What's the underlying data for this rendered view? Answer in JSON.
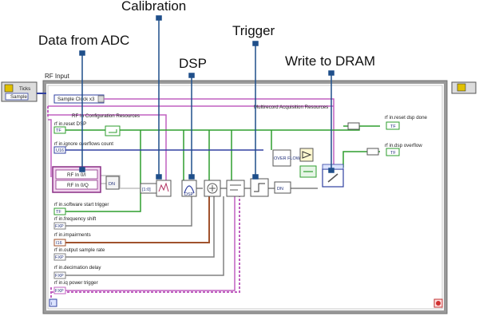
{
  "callouts": {
    "data_from_adc": "Data from ADC",
    "calibration": "Calibration",
    "dsp": "DSP",
    "trigger": "Trigger",
    "write_to_dram": "Write to DRAM"
  },
  "loop": {
    "title": "RF Input",
    "ticks_label": "Ticks",
    "sample_label": "Sample",
    "clock_select": "Sample Clock x3"
  },
  "resources": {
    "multirecord": "Multirecord Acquisition Resources",
    "rf_config": "RF In Configuration Resources"
  },
  "adc": {
    "ch0": "RF In 0/I",
    "ch1": "RF In 0/Q"
  },
  "inputs": [
    {
      "label": "rf in.reset DSP",
      "terminal": "TF"
    },
    {
      "label": "rf in.ignore overflows count",
      "terminal": "U16"
    },
    {
      "label": "rf in.software start trigger",
      "terminal": "TF"
    },
    {
      "label": "rf in.frequency shift",
      "terminal": "FXP"
    },
    {
      "label": "rf in.impairments",
      "terminal": "I16"
    },
    {
      "label": "rf in.output sample rate",
      "terminal": "FXP"
    },
    {
      "label": "rf in.decimation delay",
      "terminal": "FXP"
    },
    {
      "label": "rf in.iq power trigger",
      "terminal": "FXP"
    }
  ],
  "outputs": [
    {
      "label": "rf in.reset dsp done",
      "terminal": "TF"
    },
    {
      "label": "rf in.dsp overflow",
      "terminal": "TF"
    }
  ],
  "node_text": {
    "overflow_block": "OVER FLOWS",
    "dsp_tag": "DSP"
  },
  "colors": {
    "bool_wire": "#2e9e2e",
    "resource_wire": "#c060c0",
    "fixed_wire": "#808080",
    "cluster_wire": "#a0522d",
    "int_wire": "#3040a0",
    "callout_line": "#1f4f8a"
  }
}
